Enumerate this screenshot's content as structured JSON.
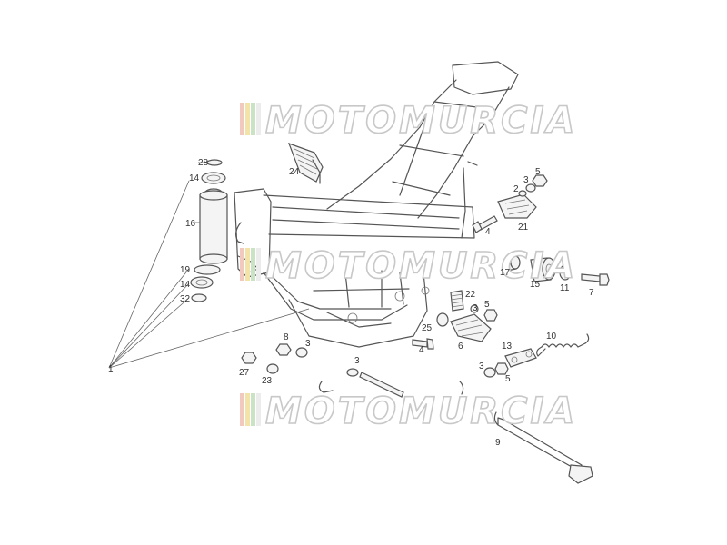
{
  "watermark": {
    "text": "MOTOMURCIA"
  },
  "callouts": [
    {
      "key": "28",
      "text": "28"
    },
    {
      "key": "14a",
      "text": "14"
    },
    {
      "key": "16",
      "text": "16"
    },
    {
      "key": "19",
      "text": "19"
    },
    {
      "key": "14b",
      "text": "14"
    },
    {
      "key": "32",
      "text": "32"
    },
    {
      "key": "1",
      "text": "1"
    },
    {
      "key": "24",
      "text": "24"
    },
    {
      "key": "5a",
      "text": "5"
    },
    {
      "key": "3a",
      "text": "3"
    },
    {
      "key": "2",
      "text": "2"
    },
    {
      "key": "4a",
      "text": "4"
    },
    {
      "key": "21",
      "text": "21"
    },
    {
      "key": "17",
      "text": "17"
    },
    {
      "key": "15",
      "text": "15"
    },
    {
      "key": "11",
      "text": "11"
    },
    {
      "key": "7",
      "text": "7"
    },
    {
      "key": "22",
      "text": "22"
    },
    {
      "key": "3b",
      "text": "3"
    },
    {
      "key": "5b",
      "text": "5"
    },
    {
      "key": "25",
      "text": "25"
    },
    {
      "key": "4b",
      "text": "4"
    },
    {
      "key": "6",
      "text": "6"
    },
    {
      "key": "10",
      "text": "10"
    },
    {
      "key": "13",
      "text": "13"
    },
    {
      "key": "3c",
      "text": "3"
    },
    {
      "key": "5c",
      "text": "5"
    },
    {
      "key": "8",
      "text": "8"
    },
    {
      "key": "3d",
      "text": "3"
    },
    {
      "key": "27",
      "text": "27"
    },
    {
      "key": "23",
      "text": "23"
    },
    {
      "key": "3e",
      "text": "3"
    },
    {
      "key": "9",
      "text": "9"
    }
  ]
}
